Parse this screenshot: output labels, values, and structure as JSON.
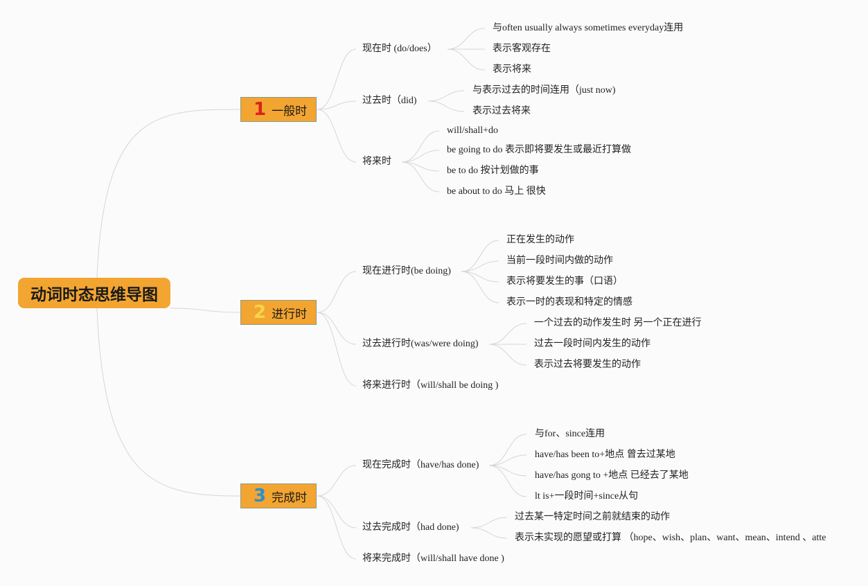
{
  "root": {
    "title": "动词时态思维导图"
  },
  "colors": {
    "node_fill": "#f3a531",
    "num1": "#d8231c",
    "num2": "#f6d54a",
    "num3": "#2b8fd1",
    "line": "#d6d6d6"
  },
  "branches": [
    {
      "num": "1",
      "label": "一般时",
      "children": [
        {
          "label": "现在时 (do/does）",
          "items": [
            "与often usually always sometimes everyday连用",
            "表示客观存在",
            "表示将来"
          ]
        },
        {
          "label": "过去时（did)",
          "items": [
            "与表示过去的时间连用（just now)",
            "表示过去将来"
          ]
        },
        {
          "label": "将来时",
          "items": [
            "will/shall+do",
            "be going to do 表示即将要发生或最近打算做",
            "be to do 按计划做的事",
            "be about to do 马上 很快"
          ]
        }
      ]
    },
    {
      "num": "2",
      "label": "进行时",
      "children": [
        {
          "label": "现在进行时(be doing)",
          "items": [
            "正在发生的动作",
            "当前一段时间内做的动作",
            "表示将要发生的事（口语）",
            "表示一时的表现和特定的情感"
          ]
        },
        {
          "label": "过去进行时(was/were doing)",
          "items": [
            "一个过去的动作发生时 另一个正在进行",
            "过去一段时间内发生的动作",
            "表示过去将要发生的动作"
          ]
        },
        {
          "label": "将来进行时（will/shall be doing )",
          "items": []
        }
      ]
    },
    {
      "num": "3",
      "label": "完成时",
      "children": [
        {
          "label": "现在完成时（have/has done)",
          "items": [
            "与for、since连用",
            "have/has been to+地点 曾去过某地",
            "have/has gong to +地点 已经去了某地",
            "lt is+一段时间+since从句"
          ]
        },
        {
          "label": "过去完成时（had done)",
          "items": [
            "过去某一特定时间之前就结束的动作",
            "表示未实现的愿望或打算 （hope、wish、plan、want、mean、intend 、atte"
          ]
        },
        {
          "label": "将来完成时（will/shall have done )",
          "items": []
        }
      ]
    }
  ]
}
